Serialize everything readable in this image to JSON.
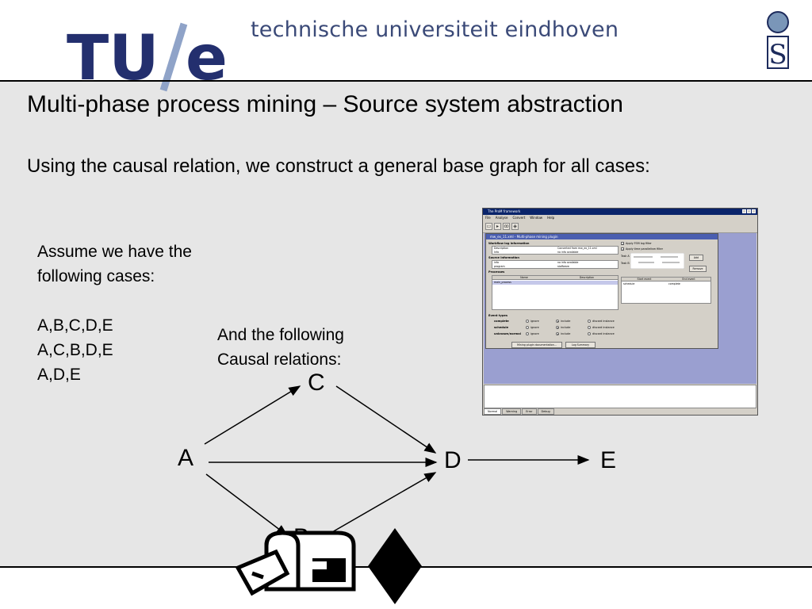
{
  "header": {
    "logo_text": "TU/e",
    "university_name": "technische universiteit eindhoven",
    "right_logo_letter": "S",
    "brand_color": "#232f6e",
    "accent_color": "#3b4a78"
  },
  "slide": {
    "title": "Multi-phase process mining – Source system abstraction",
    "subtitle": "Using the causal relation, we construct a general base graph for all cases:",
    "cases_intro": "Assume we have the following cases:",
    "cases": [
      "A,B,C,D,E",
      "A,C,B,D,E",
      "A,D,E"
    ],
    "causal_intro": "And the following Causal relations:"
  },
  "graph": {
    "nodes": {
      "A": "A",
      "B": "B",
      "C": "C",
      "D": "D",
      "E": "E"
    },
    "edges": [
      [
        "A",
        "C"
      ],
      [
        "A",
        "D"
      ],
      [
        "A",
        "B"
      ],
      [
        "C",
        "D"
      ],
      [
        "B",
        "D"
      ],
      [
        "D",
        "E"
      ]
    ]
  },
  "prom_window": {
    "title": "The ProM framework",
    "menu": [
      "File",
      "Analyse",
      "Convert",
      "Window",
      "Help"
    ],
    "inner_title": "mw_ex_11.xml - Multi-phase mining plugin",
    "workflow_log_info_label": "Workflow log information",
    "workflow_rows": [
      {
        "key": "Description",
        "value": "Converted from mw_ex_11.xml"
      },
      {
        "key": "Info",
        "value": "no info available"
      }
    ],
    "source_info_label": "Source information",
    "source_rows": [
      {
        "key": "info",
        "value": "no info available"
      },
      {
        "key": "program",
        "value": "staffware"
      }
    ],
    "processes_label": "Processes",
    "process_columns": [
      "Name",
      "Description"
    ],
    "process_rows": [
      {
        "name": "main_process",
        "description": ""
      }
    ],
    "apply_fsm": "Apply FSM log filter",
    "apply_time": "Apply time parallelism filter",
    "task_a": "Task A",
    "task_b": "Task B",
    "add_button": "Add",
    "remove_button": "Remove",
    "event_columns": [
      "Start event",
      "End event"
    ],
    "event_rows": [
      {
        "start": "schedule",
        "end": "complete"
      }
    ],
    "event_types_label": "Event types",
    "event_types": [
      {
        "name": "complete",
        "choice": "include"
      },
      {
        "name": "schedule",
        "choice": "include"
      },
      {
        "name": "unknown/normal",
        "choice": "include"
      }
    ],
    "radio_labels": [
      "ignore",
      "include",
      "discard instance"
    ],
    "doc_button": "Mining plugin documentation...",
    "log_summary_button": "Log Summary",
    "log_tabs": [
      "Normal",
      "Warning",
      "Error",
      "Debug"
    ]
  }
}
